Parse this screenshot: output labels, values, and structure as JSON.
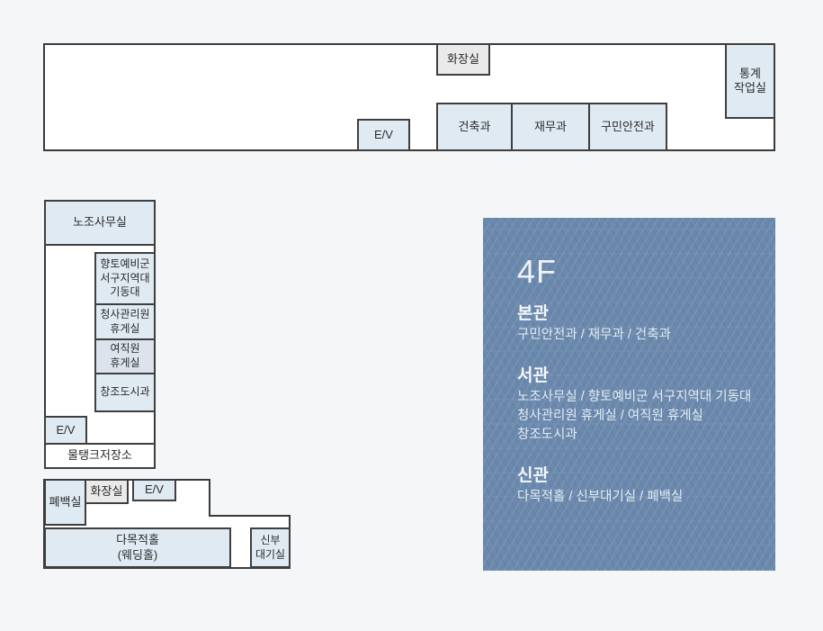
{
  "page": {
    "title": "4F floor guide",
    "background": "#f5f6f8"
  },
  "colors": {
    "panel_background": "#6b89ad",
    "room_fill_blue": "#dfeaf3",
    "room_fill_gray": "#eaeaeb",
    "outline": "#3a3a3a",
    "page_background": "#f5f6f8"
  },
  "floor_plan": {
    "main_building": {
      "restroom": "화장실",
      "stats_room": "통계\n작업실",
      "elevator": "E/V",
      "architecture_dept": "건축과",
      "finance_dept": "재무과",
      "safety_dept": "구민안전과"
    },
    "west_building": {
      "union_office": "노조사무실",
      "reserve_forces": "향토예비군\n서구지역대\n기동대",
      "custodian_lounge": "청사관리원\n휴게실",
      "female_staff_lounge": "여직원\n휴게실",
      "creative_city_dept": "창조도시과",
      "elevator": "E/V",
      "water_tank": "물탱크저장소"
    },
    "new_building": {
      "pyebaek_room": "폐백실",
      "restroom": "화장실",
      "elevator": "E/V",
      "multipurpose_hall": "다목적홀\n(웨딩홀)",
      "bride_waiting_room": "신부\n대기실"
    }
  },
  "info_panel": {
    "floor": "4F",
    "sections": [
      {
        "title": "본관",
        "lines": [
          "구민안전과 / 재무과 / 건축과"
        ]
      },
      {
        "title": "서관",
        "lines": [
          "노조사무실 / 향토예비군 서구지역대 기동대",
          "청사관리원 휴게실 / 여직원 휴게실",
          "창조도시과"
        ]
      },
      {
        "title": "신관",
        "lines": [
          "다목적홀 / 신부대기실 / 폐백실"
        ]
      }
    ]
  }
}
